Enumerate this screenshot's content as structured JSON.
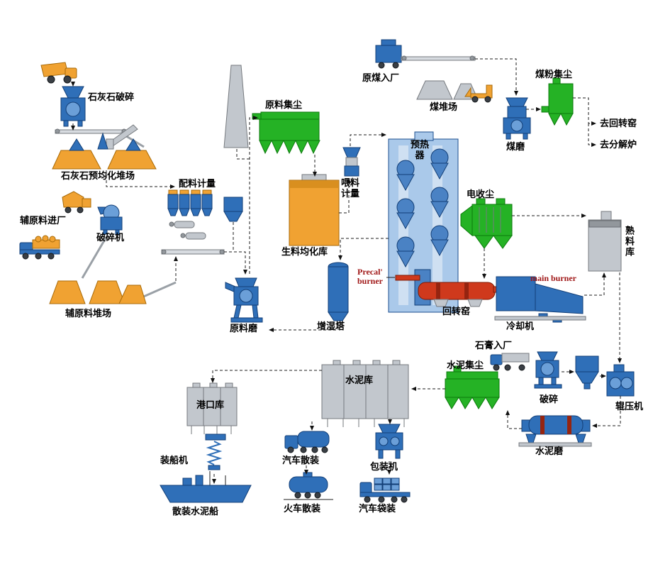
{
  "colors": {
    "equipment_blue": "#2f6fb8",
    "dust_collector_green": "#25b225",
    "material_orange": "#f0a232",
    "kiln_red": "#cf391c",
    "structure_gray": "#c2c7cd",
    "burner_text_red": "#a01818"
  },
  "labels": {
    "limestone_crushing": "石灰石破碎",
    "limestone_preblend_yard": "石灰石预均化堆场",
    "batching_metering": "配料计量",
    "aux_material_entry": "辅原料进厂",
    "crusher_machine": "破碎机",
    "aux_material_yard": "辅原料堆场",
    "raw_material_dust": "原料集尘",
    "raw_meal_silo": "生料均化库",
    "feed_metering": "喂料计量",
    "raw_mill": "原料磨",
    "humidifying_tower": "增湿塔",
    "preheater": "预热器",
    "raw_coal_entry": "原煤入厂",
    "coal_yard": "煤堆场",
    "coal_powder_dust": "煤粉集尘",
    "coal_mill": "煤磨",
    "to_rotary_kiln": "去回转窑",
    "to_calciner": "去分解炉",
    "esp": "电收尘",
    "clinker_silo": "熟料库",
    "rotary_kiln": "回转窑",
    "cooler": "冷却机",
    "precal_burner": "Precal'\nburner",
    "main_burner": "main burner",
    "gypsum_entry": "石膏入厂",
    "cement_dust": "水泥集尘",
    "crushing": "破碎",
    "roller_press": "辊压机",
    "cement_mill": "水泥磨",
    "cement_silo": "水泥库",
    "port_silo": "港口库",
    "ship_loader": "装船机",
    "bulk_cement_ship": "散装水泥船",
    "truck_bulk": "汽车散装",
    "train_bulk": "火车散装",
    "packing_machine": "包装机",
    "truck_bag": "汽车袋装"
  }
}
